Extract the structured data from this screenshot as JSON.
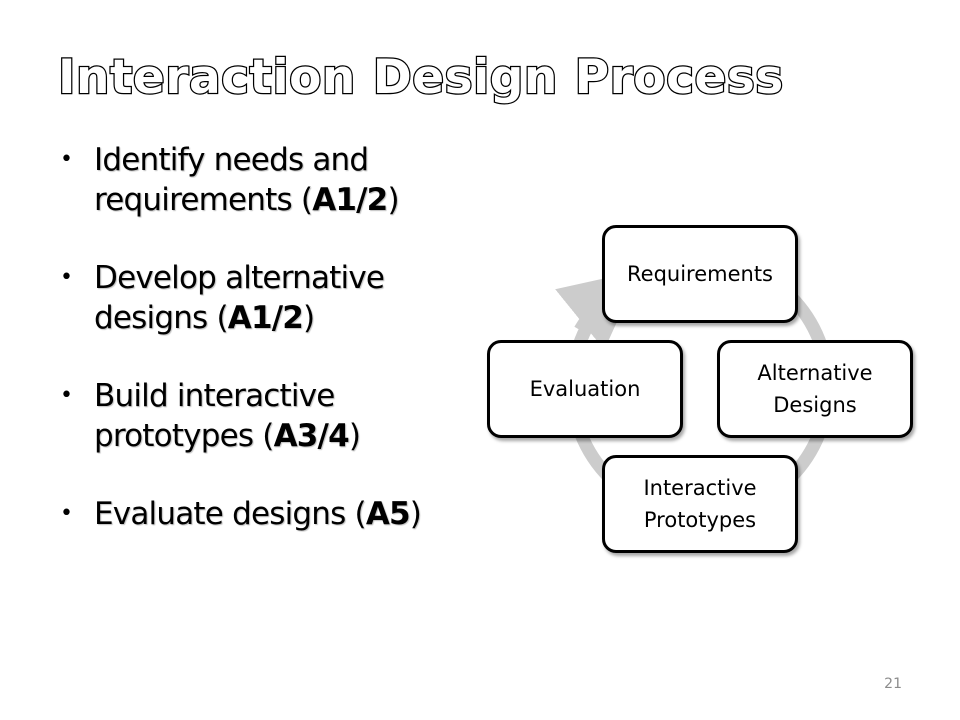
{
  "slide": {
    "title": "Interaction Design Process",
    "bullets": [
      {
        "text": "Identify needs and requirements (",
        "bold": "A1/2",
        "suffix": ")"
      },
      {
        "text": "Develop alternative designs (",
        "bold": "A1/2",
        "suffix": ")"
      },
      {
        "text": "Build interactive prototypes (",
        "bold": "A3/4",
        "suffix": ")"
      },
      {
        "text": "Evaluate designs (",
        "bold": "A5",
        "suffix": ")"
      }
    ],
    "bullet_glyph": "•",
    "diagram": {
      "nodes": {
        "requirements": "Requirements",
        "alternative_designs": "Alternative\nDesigns",
        "interactive_prototypes": "Interactive\nPrototypes",
        "evaluation": "Evaluation"
      },
      "cycle_color": "#cccccc"
    },
    "page_number": "21"
  }
}
